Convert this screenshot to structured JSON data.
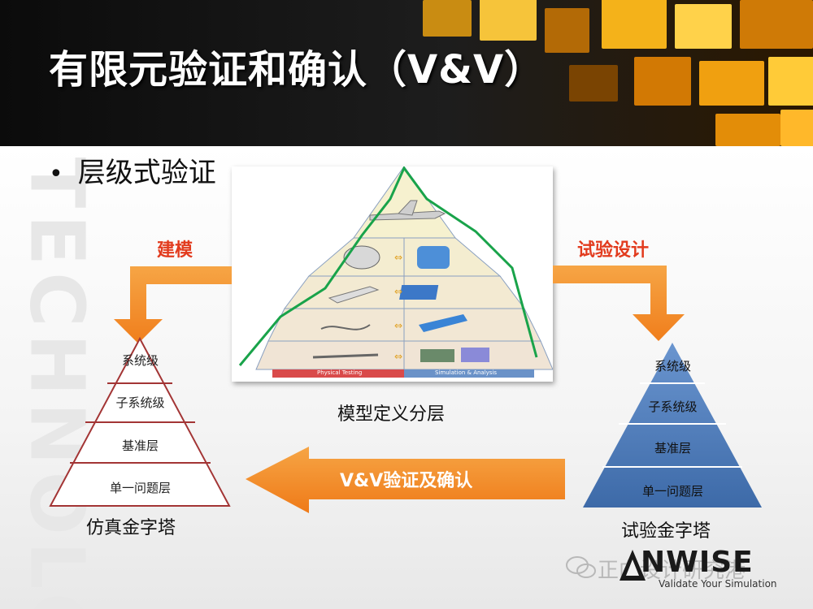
{
  "title": "有限元验证和确认（V&V）",
  "bullet": "层级式验证",
  "labels": {
    "modeling": "建模",
    "test_design": "试验设计",
    "model_layers": "模型定义分层",
    "vv": "V&V验证及确认",
    "sim_pyramid": "仿真金字塔",
    "test_pyramid": "试验金字塔"
  },
  "pyramid_levels": [
    "系统级",
    "子系统级",
    "基准层",
    "单一问题层"
  ],
  "photo": {
    "left_caption": "Physical Testing",
    "right_caption": "Simulation & Analysis"
  },
  "logo": {
    "name": "NWISE",
    "tagline": "Validate Your Simulation",
    "wechat": "正向设计研究港"
  },
  "colors": {
    "accent_orange": "#f28c28",
    "label_red": "#e23b1e",
    "pyramid_blue": "#4a78b5",
    "pyramid_outline": "#a33535"
  }
}
